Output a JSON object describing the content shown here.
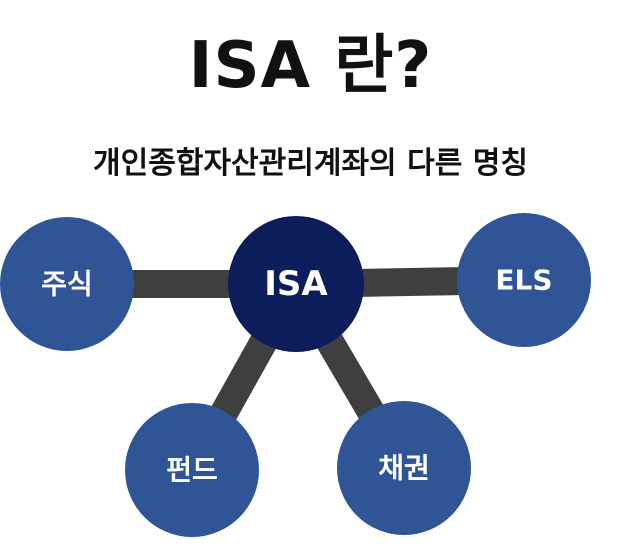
{
  "header": {
    "title": "ISA 란?",
    "subtitle": "개인종합자산관리계좌의 다른 명칭"
  },
  "colors": {
    "hub_fill": "#0b1e5b",
    "node_fill": "#2f5597",
    "connector": "#3f3f3f",
    "text_dark": "#111111",
    "text_light": "#ffffff"
  },
  "diagram": {
    "hub": {
      "label": "ISA"
    },
    "nodes": [
      {
        "id": "stock",
        "label": "주식"
      },
      {
        "id": "els",
        "label": "ELS"
      },
      {
        "id": "fund",
        "label": "펀드"
      },
      {
        "id": "bond",
        "label": "채권"
      }
    ]
  }
}
